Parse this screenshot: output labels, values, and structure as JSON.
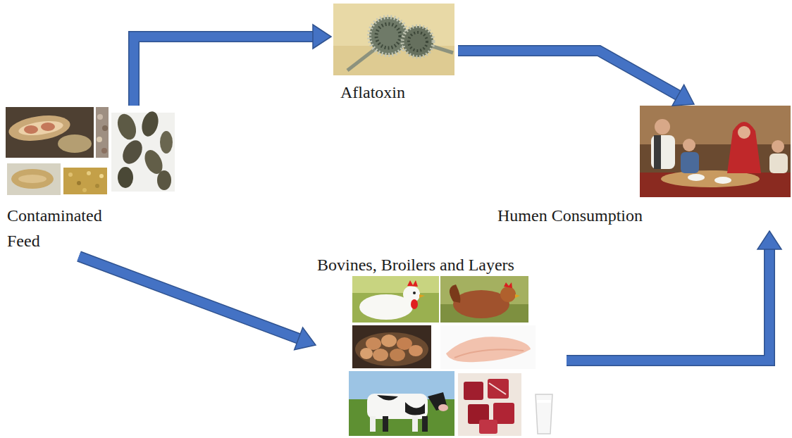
{
  "diagram": {
    "nodes": [
      {
        "text": [
          "Aflatoxin"
        ]
      },
      {
        "text": [
          "Contaminated Feed"
        ]
      },
      {
        "text": [
          "Humen Consumption"
        ]
      },
      {
        "text": [
          "Bovines, Broilers and Layers"
        ]
      }
    ],
    "edges": [
      {
        "from": 1,
        "to": 0,
        "arrow": "to"
      },
      {
        "from": 0,
        "to": 2,
        "arrow": "to"
      },
      {
        "from": 1,
        "to": 3,
        "arrow": "to"
      },
      {
        "from": 3,
        "to": 2,
        "arrow": "to"
      }
    ]
  }
}
